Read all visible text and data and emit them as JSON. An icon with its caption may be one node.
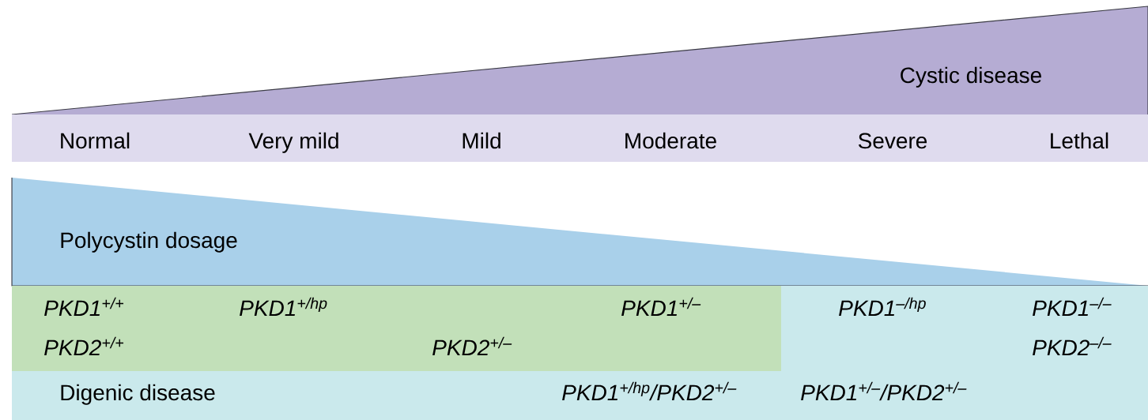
{
  "diagram": {
    "nodes": [
      {
        "text": [
          "Cystic disease"
        ]
      },
      {
        "text": [
          "Normal",
          "Very mild",
          "Mild",
          "Moderate",
          "Severe",
          "Lethal"
        ]
      },
      {
        "text": [
          "Polycystin dosage"
        ]
      },
      {
        "text": [
          "Digenic disease",
          "PKD1$^{–/hp}$",
          "PKD1$^{–/–}$",
          "PKD2$^{–/–}$",
          "PKD1$^{+/hp}$/PKD2$^{+/–}$",
          "PKD1$^{+/–}$/PKD2$^{+/–}$"
        ]
      },
      {
        "text": [
          "PKD1$^{+/+}$",
          "PKD1$^{+/hp}$",
          "PKD1$^{+/–}$",
          "PKD2$^{+/+}$",
          "PKD2$^{+/–}$"
        ],
        "in": 3
      }
    ]
  }
}
